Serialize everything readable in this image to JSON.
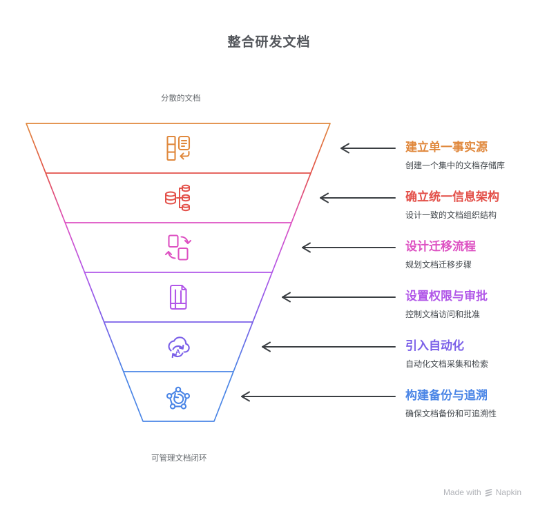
{
  "page": {
    "title": "整合研发文档",
    "background": "#ffffff"
  },
  "funnel": {
    "top_label": "分散的文档",
    "bottom_label": "可管理文档闭环",
    "arrow_color": "#3a3e42",
    "levels": [
      {
        "title": "建立单一事实源",
        "subtitle": "创建一个集中的文档存储库",
        "color": "#e0883c",
        "icon": "document-return-icon"
      },
      {
        "title": "确立统一信息架构",
        "subtitle": "设计一致的文档组织结构",
        "color": "#e35049",
        "icon": "database-tree-icon"
      },
      {
        "title": "设计迁移流程",
        "subtitle": "规划文档迁移步骤",
        "color": "#dd51c2",
        "icon": "document-transfer-icon"
      },
      {
        "title": "设置权限与审批",
        "subtitle": "控制文档访问和批准",
        "color": "#b157e8",
        "icon": "document-grid-icon"
      },
      {
        "title": "引入自动化",
        "subtitle": "自动化文档采集和检索",
        "color": "#7a5fe8",
        "icon": "cloud-automation-icon",
        "icon_letter": "A"
      },
      {
        "title": "构建备份与追溯",
        "subtitle": "确保文档备份和可追溯性",
        "color": "#4a85e6",
        "icon": "pentagon-restore-icon"
      }
    ]
  },
  "watermark": {
    "prefix": "Made with",
    "brand": "Napkin",
    "color": "#b2b4b9"
  }
}
